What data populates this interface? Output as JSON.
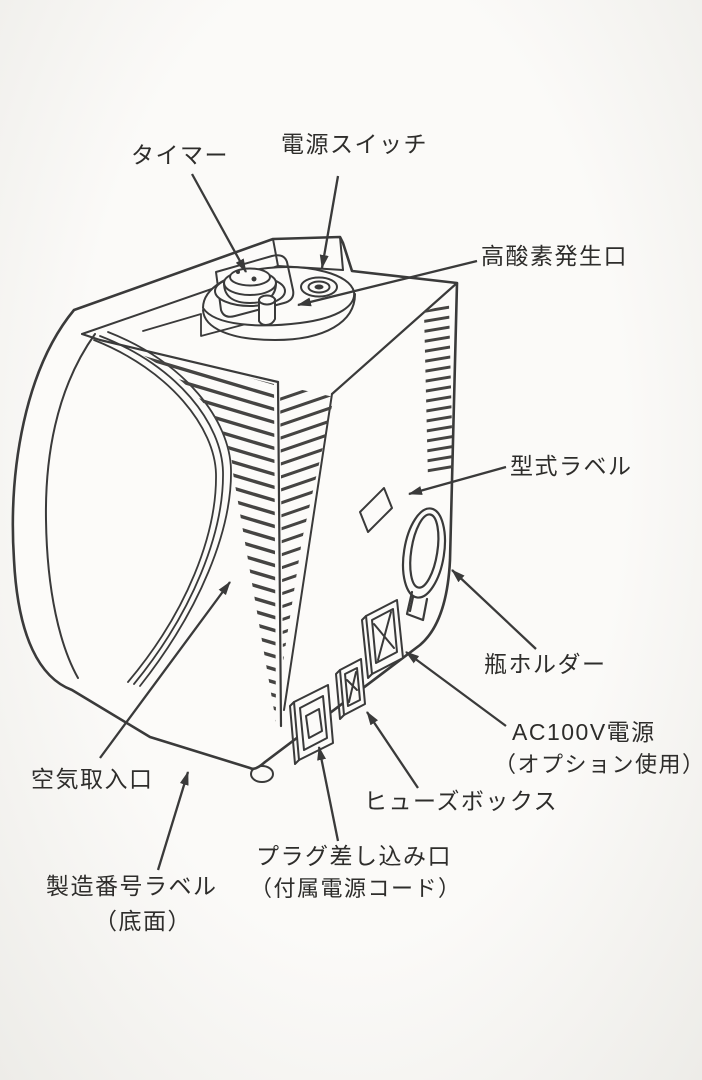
{
  "page": {
    "background": "#f7f6f3",
    "ink": "#3a3a3a"
  },
  "callouts": {
    "timer": "タイマー",
    "power_switch": "電源スイッチ",
    "oxygen_outlet": "高酸素発生口",
    "model_label": "型式ラベル",
    "bottle_holder": "瓶ホルダー",
    "ac_power": {
      "line1": "AC100V電源",
      "line2": "（オプション使用）"
    },
    "fuse_box": "ヒューズボックス",
    "plug_inlet": {
      "line1": "プラグ差し込み口",
      "line2": "（付属電源コード）"
    },
    "air_intake": "空気取入口",
    "serial_label": {
      "line1": "製造番号ラベル",
      "line2": "（底面）"
    }
  }
}
